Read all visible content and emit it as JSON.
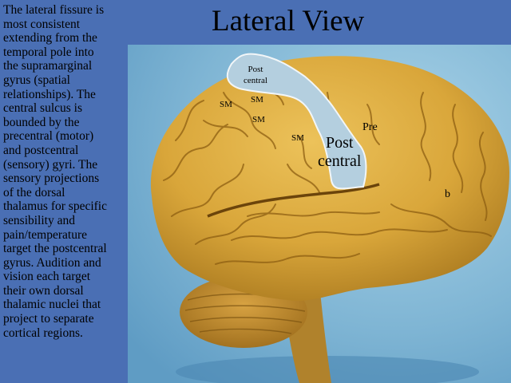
{
  "title": "Lateral View",
  "description_lines": [
    "The lateral fissure is",
    "most consistent",
    "extending from the",
    "temporal pole into",
    "the supramarginal",
    "gyrus (spatial",
    "relationships). The",
    "central sulcus is",
    "bounded by the",
    "precentral (motor)",
    "and postcentral",
    "(sensory) gyri. The",
    "sensory projections",
    "of the dorsal",
    "thalamus for specific",
    "sensibility and",
    "pain/temperature",
    "target the postcentral",
    "gyrus.  Audition and",
    "vision each  target",
    "their own dorsal",
    "thalamic nuclei that",
    "project to separate",
    "cortical regions."
  ],
  "labels": {
    "post_central_small": [
      "Post",
      "central"
    ],
    "sm": [
      "SM",
      "SM",
      "SM",
      "SM"
    ],
    "pre": "Pre",
    "post_central_large": [
      "Post",
      "central"
    ],
    "b": "b"
  },
  "colors": {
    "background": "#4a6fb4",
    "photo_backdrop": "#7fb5d4",
    "cortex": "#d9a63a",
    "sulcus_highlight": "#b4cfdf"
  }
}
